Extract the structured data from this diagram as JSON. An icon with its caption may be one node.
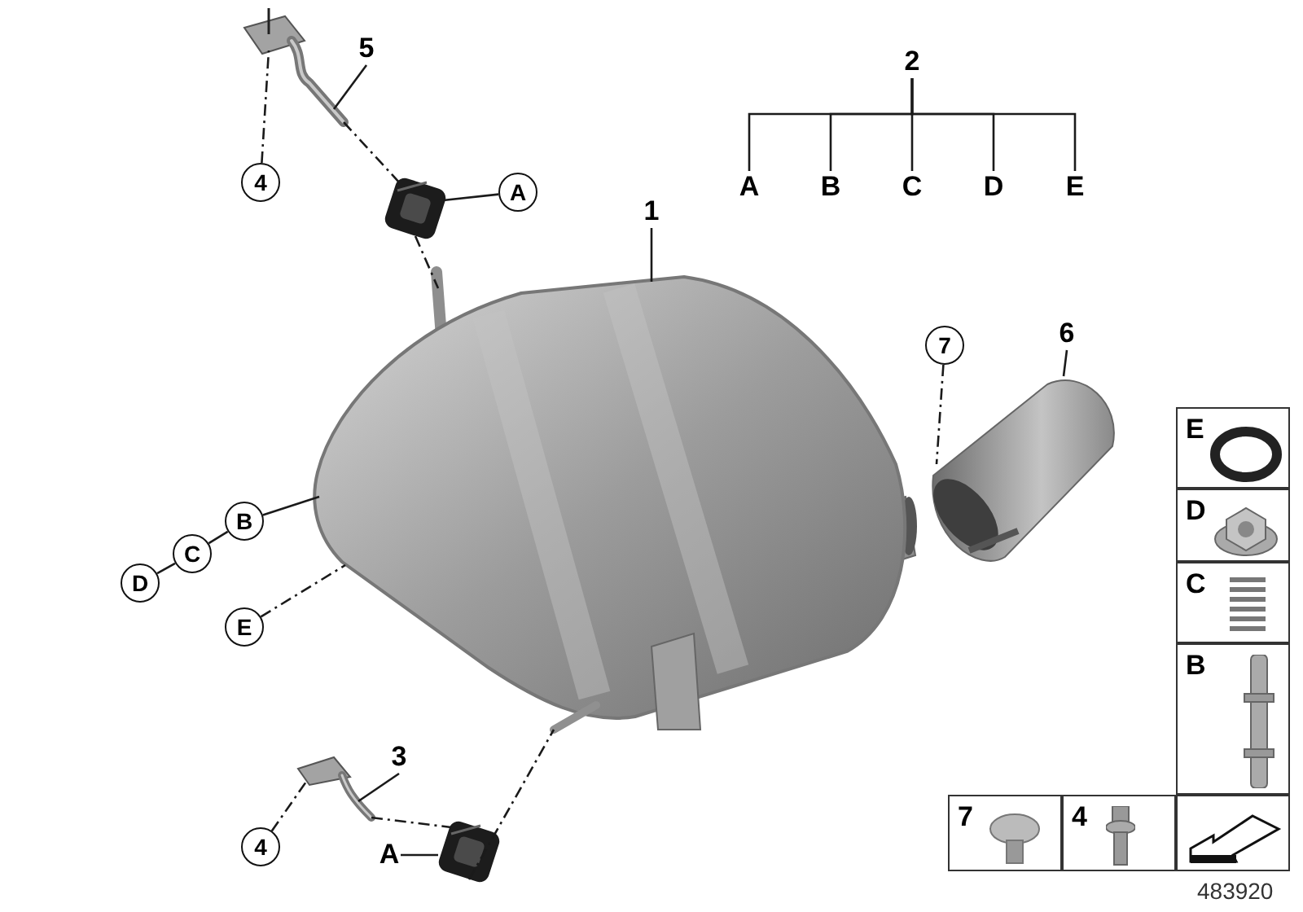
{
  "diagram": {
    "nodes": [
      {
        "text": [
          "5"
        ]
      },
      {
        "text": [],
        "shape": "picture"
      },
      {
        "text": [
          "4"
        ]
      },
      {
        "text": [
          "A"
        ]
      },
      {
        "text": [],
        "shape": "picture"
      },
      {
        "text": [
          "2"
        ]
      },
      {
        "text": [
          "A"
        ]
      },
      {
        "text": [
          "B"
        ]
      },
      {
        "text": [
          "C"
        ]
      },
      {
        "text": [
          "D"
        ]
      },
      {
        "text": [
          "E"
        ]
      },
      {
        "text": [
          "1"
        ]
      },
      {
        "text": [],
        "shape": "picture"
      },
      {
        "text": [
          "6"
        ]
      },
      {
        "text": [
          "7"
        ]
      },
      {
        "text": [],
        "shape": "picture"
      },
      {
        "text": [
          "B"
        ]
      },
      {
        "text": [
          "C"
        ]
      },
      {
        "text": [
          "D"
        ]
      },
      {
        "text": [
          "E"
        ]
      },
      {
        "text": [
          "3"
        ]
      },
      {
        "text": [],
        "shape": "picture"
      },
      {
        "text": [
          "4"
        ]
      },
      {
        "text": [
          "A"
        ]
      },
      {
        "text": [],
        "shape": "picture"
      },
      {
        "text": [
          "E"
        ]
      },
      {
        "text": [
          "D"
        ]
      },
      {
        "text": [
          "C"
        ]
      },
      {
        "text": [
          "B"
        ]
      },
      {
        "text": [
          "7"
        ]
      },
      {
        "text": [
          "4"
        ]
      },
      {
        "text": [],
        "shape": "box"
      }
    ],
    "edges": [
      {
        "from": 0,
        "to": 1,
        "arrow": "none"
      },
      {
        "from": 2,
        "to": 1,
        "arrow": "none",
        "style": "dashed"
      },
      {
        "from": 1,
        "to": 4,
        "arrow": "none",
        "style": "dashed"
      },
      {
        "from": 3,
        "to": 4,
        "arrow": "none"
      },
      {
        "from": 4,
        "to": 12,
        "arrow": "none",
        "style": "dashed"
      },
      {
        "from": 5,
        "to": 6,
        "arrow": "none"
      },
      {
        "from": 5,
        "to": 7,
        "arrow": "none"
      },
      {
        "from": 5,
        "to": 8,
        "arrow": "none"
      },
      {
        "from": 5,
        "to": 9,
        "arrow": "none"
      },
      {
        "from": 5,
        "to": 10,
        "arrow": "none"
      },
      {
        "from": 11,
        "to": 12,
        "arrow": "none"
      },
      {
        "from": 13,
        "to": 15,
        "arrow": "none"
      },
      {
        "from": 14,
        "to": 15,
        "arrow": "none",
        "style": "dashed"
      },
      {
        "from": 16,
        "to": 12,
        "arrow": "none"
      },
      {
        "from": 17,
        "to": 16,
        "arrow": "none"
      },
      {
        "from": 18,
        "to": 17,
        "arrow": "none"
      },
      {
        "from": 19,
        "to": 12,
        "arrow": "none",
        "style": "dashed"
      },
      {
        "from": 20,
        "to": 21,
        "arrow": "none"
      },
      {
        "from": 22,
        "to": 21,
        "arrow": "none",
        "style": "dashed"
      },
      {
        "from": 21,
        "to": 24,
        "arrow": "none",
        "style": "dashed"
      },
      {
        "from": 23,
        "to": 24,
        "arrow": "none"
      },
      {
        "from": 24,
        "to": 12,
        "arrow": "none",
        "style": "dashed"
      }
    ],
    "labels": [
      "483920"
    ]
  }
}
